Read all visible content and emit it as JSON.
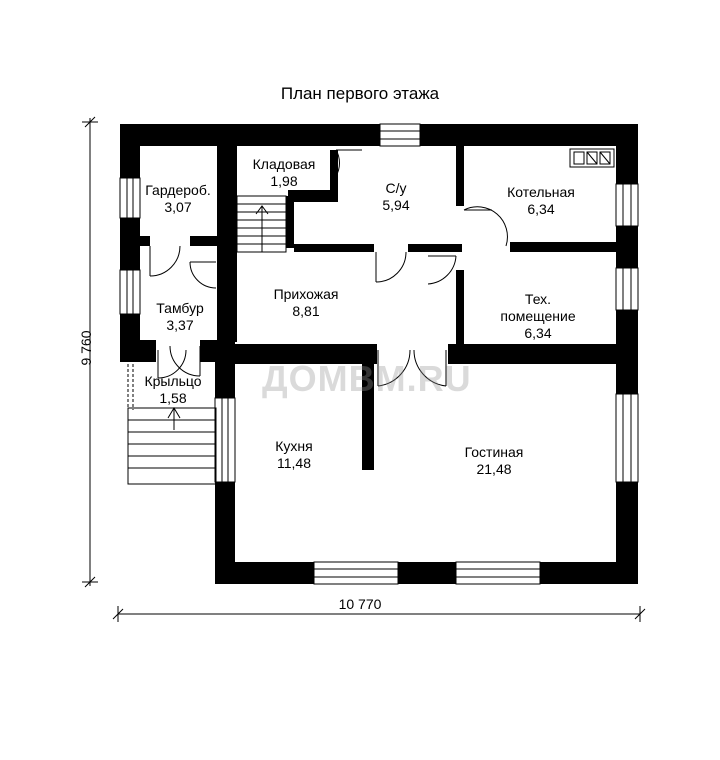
{
  "plan": {
    "title": "План первого этажа",
    "watermark": "ДОМВМ.RU",
    "width_dim": "10 770",
    "height_dim": "9 760"
  },
  "rooms": [
    {
      "id": "gardero",
      "name": "Гардероб.",
      "area": "3,07"
    },
    {
      "id": "kladovaya",
      "name": "Кладовая",
      "area": "1,98"
    },
    {
      "id": "su",
      "name": "С/у",
      "area": "5,94"
    },
    {
      "id": "kotelnaya",
      "name": "Котельная",
      "area": "6,34"
    },
    {
      "id": "tamboor",
      "name": "Тамбур",
      "area": "3,37"
    },
    {
      "id": "prikhozhaya",
      "name": "Прихожая",
      "area": "8,81"
    },
    {
      "id": "tekh",
      "name": "Тех.\nпомещение",
      "area": "6,34"
    },
    {
      "id": "kryltso",
      "name": "Крыльцо",
      "area": "1,58"
    },
    {
      "id": "kukhnya",
      "name": "Кухня",
      "area": "11,48"
    },
    {
      "id": "gostinaya",
      "name": "Гостиная",
      "area": "21,48"
    }
  ],
  "colors": {
    "wall": "#000000",
    "line": "#000000",
    "background": "#ffffff"
  }
}
